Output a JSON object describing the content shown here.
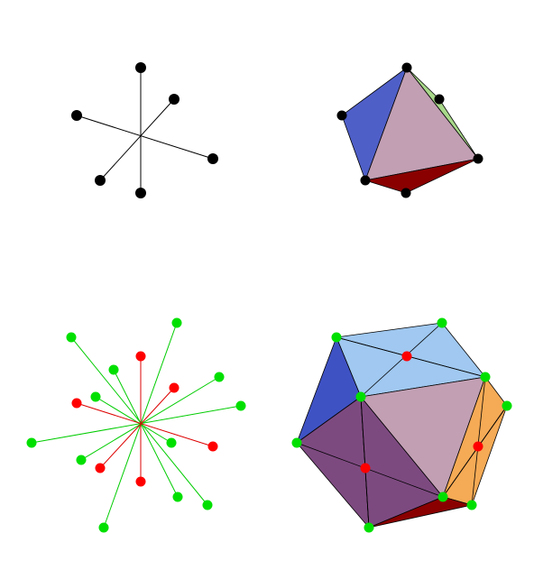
{
  "figure": {
    "panels": [
      {
        "id": "octahedron-axes",
        "kind": "vertex-star",
        "vertex_count": 6
      },
      {
        "id": "octahedron-solid",
        "kind": "polyhedron",
        "face_count": 8
      },
      {
        "id": "icosahedron-axes",
        "kind": "vertex-star",
        "vertex_count": 18
      },
      {
        "id": "icosahedron-solid",
        "kind": "polyhedron",
        "face_count": 20
      }
    ]
  },
  "colors": {
    "background": "#ffffff",
    "black_vertex": "#000000",
    "green_vertex": "#00e000",
    "red_vertex": "#ff0000",
    "green_line": "#00cc00",
    "red_line": "#dd0000",
    "face_blue": "#4f5fc8",
    "face_pink": "#c29fb3",
    "face_dark_red": "#8a0000",
    "face_light_green": "#a8d88a",
    "face_light_blue": "#a0c8f0",
    "face_purple": "#7d4a80",
    "face_orange": "#f5aa55"
  }
}
